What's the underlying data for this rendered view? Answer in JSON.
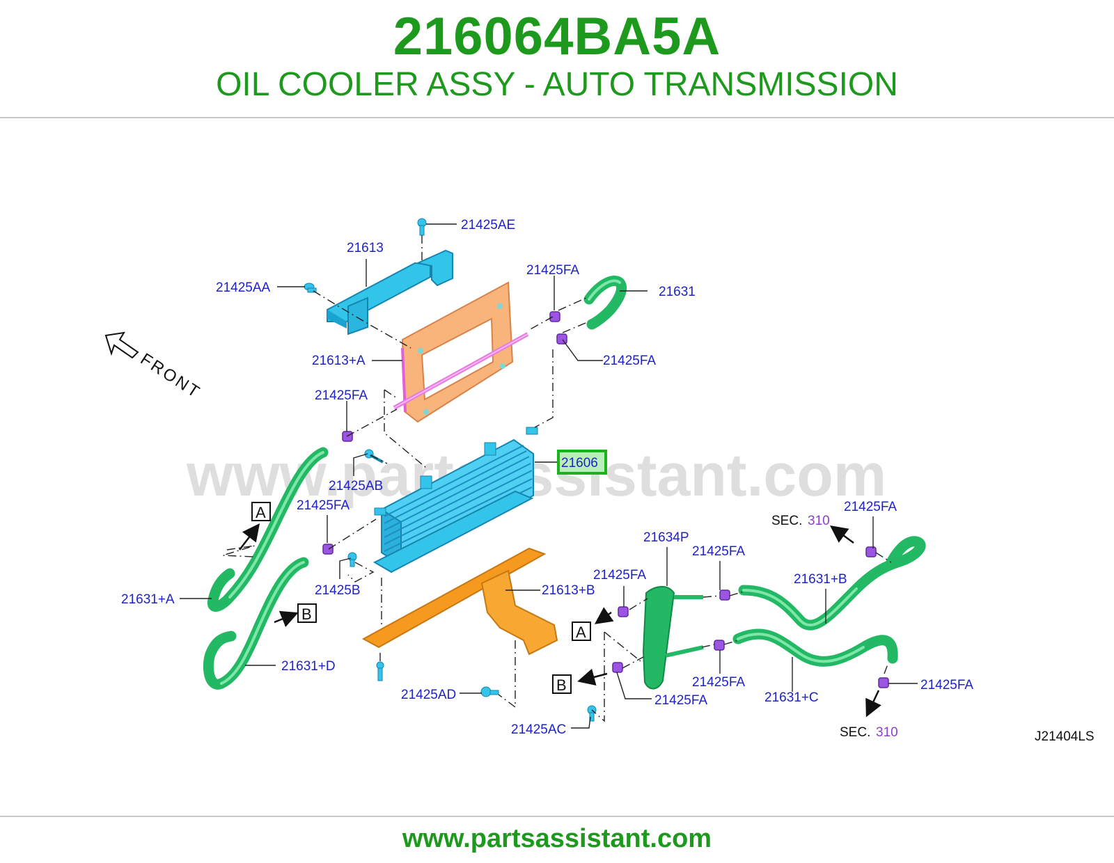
{
  "header": {
    "part_number": "216064BA5A",
    "part_name": "OIL COOLER ASSY - AUTO TRANSMISSION"
  },
  "footer": {
    "site": "www.partsassistant.com"
  },
  "diagram": {
    "watermark": "www.partsassistant.com",
    "front_label": "FRONT",
    "drawing_code": "J21404LS",
    "highlight_color": "#1bb31b",
    "highlighted_part": "21606",
    "callouts": {
      "c21425AE": "21425AE",
      "c21613": "21613",
      "c21425AA": "21425AA",
      "c21425FA_1": "21425FA",
      "c21631": "21631",
      "c21613A": "21613+A",
      "c21425FA_2": "21425FA",
      "c21425FA_3": "21425FA",
      "c21606": "21606",
      "c21425AB": "21425AB",
      "c21425FA_4": "21425FA",
      "c21631A": "21631+A",
      "c21425B": "21425B",
      "c21613B": "21613+B",
      "c21631D": "21631+D",
      "c21425AD": "21425AD",
      "c21425AC": "21425AC",
      "c21634P": "21634P",
      "c21425FA_5": "21425FA",
      "c21425FA_6": "21425FA",
      "c21425FA_7": "21425FA",
      "c21631B": "21631+B",
      "c21425FA_8": "21425FA",
      "c21425FA_9": "21425FA",
      "c21631C": "21631+C",
      "c21425FA_10": "21425FA"
    },
    "sec_refs": {
      "top": {
        "prefix": "SEC.",
        "number": "310"
      },
      "bottom": {
        "prefix": "SEC.",
        "number": "310"
      }
    },
    "markers": {
      "a_left": "A",
      "b_left": "B",
      "a_right": "A",
      "b_right": "B"
    }
  }
}
